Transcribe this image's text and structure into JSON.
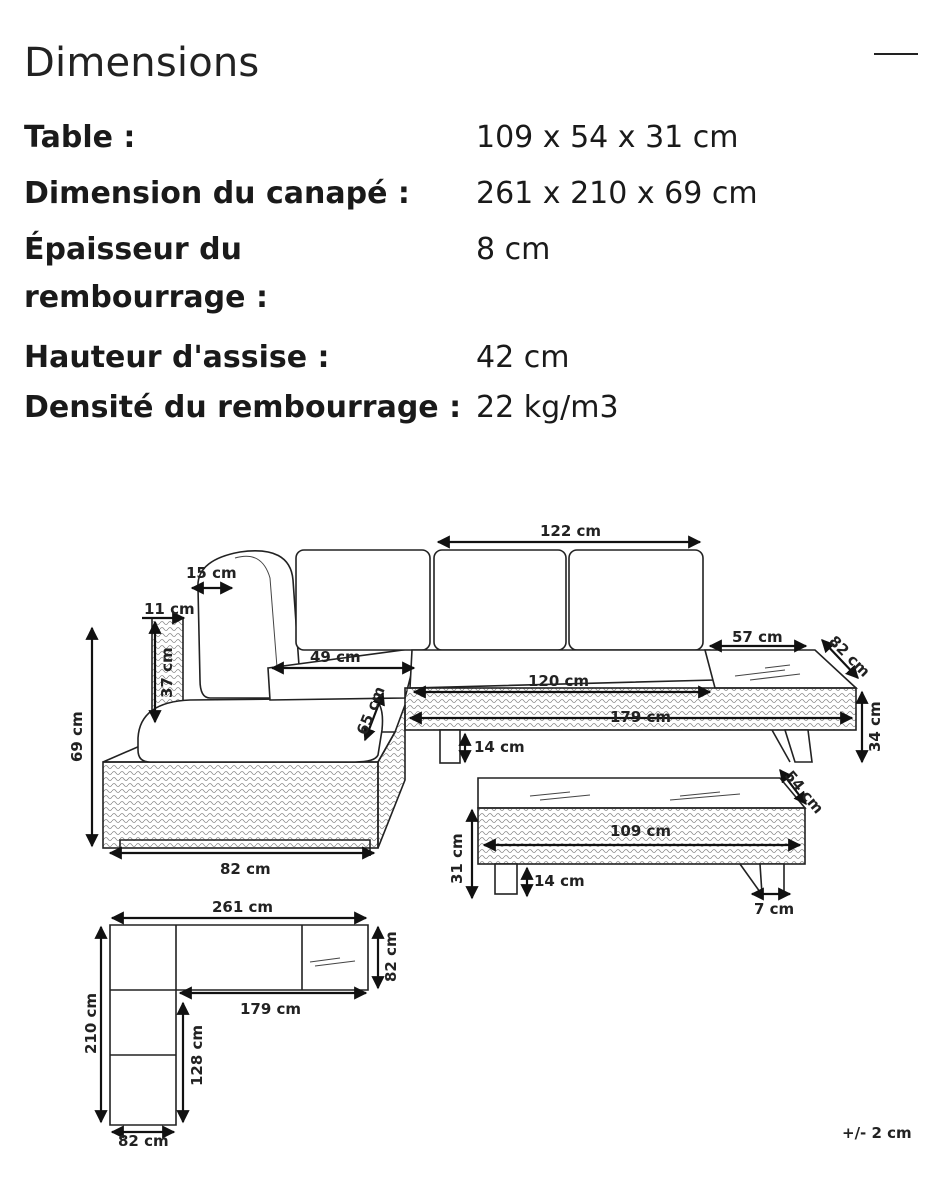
{
  "title": "Dimensions",
  "collapse_icon": "minus-icon",
  "specs": [
    {
      "label": "Table :",
      "value": "109 x 54 x 31 cm"
    },
    {
      "label": "Dimension du canapé :",
      "value": "261 x 210 x 69 cm"
    },
    {
      "label": "Épaisseur du rembourrage :",
      "label_line1": "Épaisseur du",
      "label_line2": "rembourrage :",
      "value": "8 cm"
    },
    {
      "label": "Hauteur d'assise :",
      "value": "42 cm"
    },
    {
      "label": "Densité du rembourrage :",
      "value": "22 kg/m3"
    }
  ],
  "drawing": {
    "labels": {
      "back_width_right": "122 cm",
      "armrest_top": "15 cm",
      "armrest_side": "11 cm",
      "back_height": "37 cm",
      "total_height": "69 cm",
      "seat_depth_left": "49 cm",
      "seat_diag": "65 cm",
      "seat_front": "120 cm",
      "side_table_width": "57 cm",
      "side_table_depth": "82 cm",
      "right_base_length": "179 cm",
      "right_base_height": "34 cm",
      "leg_height_sofa": "14 cm",
      "left_base_width": "82 cm",
      "table_depth": "54 cm",
      "table_length": "109 cm",
      "table_height": "31 cm",
      "leg_height_table": "14 cm",
      "table_leg": "7 cm",
      "plan_total_width": "261 cm",
      "plan_inner_length": "179 cm",
      "plan_right_depth": "82 cm",
      "plan_total_depth": "210 cm",
      "plan_inner_depth": "128 cm",
      "plan_bottom_width": "82 cm"
    },
    "tolerance": "+/- 2 cm"
  }
}
